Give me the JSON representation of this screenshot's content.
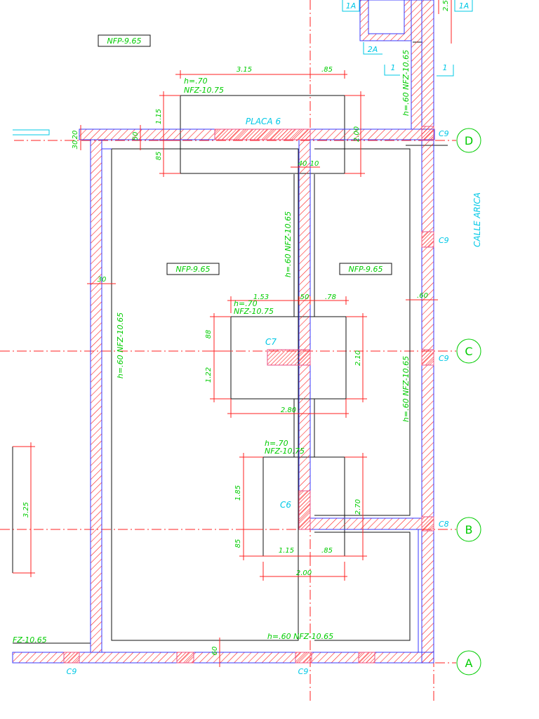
{
  "labels": {
    "nfp_top": "NFP-9.65",
    "nfp_left": "NFP-9.65",
    "nfp_right": "NFP-9.65",
    "placa6": "PLACA 6",
    "c7": "C7",
    "c6": "C6",
    "calle": "CALLE ARICA",
    "c9_d": "C9",
    "c9_mid": "C9",
    "c9_c": "C9",
    "c8_b": "C8",
    "c9_bottom_left": "C9",
    "c9_bottom_mid": "C9",
    "ref_1a_left": "1A",
    "ref_1a_right": "1A",
    "ref_2a": "2A",
    "ref_1_left": "1",
    "ref_1_right": "1",
    "axis_d": "D",
    "axis_c": "C",
    "axis_b": "B",
    "axis_a": "A"
  },
  "notes": {
    "h70_top": "h=.70",
    "nfz1075_top": "NFZ-10.75",
    "h70_mid": "h=.70",
    "nfz1075_mid": "NFZ-10.75",
    "h70_low": "h=.70",
    "nfz1075_low": "NFZ-10.75",
    "wall_left": "h=.60  NFZ-10.65",
    "wall_center": "h=.60  NFZ-10.65",
    "wall_right": "h=.60  NFZ-10.65",
    "wall_top_right": "h=.60  NFZ-10.65",
    "wall_bottom": "h=.60  NFZ-10.65",
    "wall_bottom_left": "FZ-10.65"
  },
  "dims": {
    "d315": "3.15",
    "d85_top": ".85",
    "d115_left": "1.15",
    "d85_left": "85",
    "d20": "20",
    "d30": "30",
    "d50_top": "50",
    "d200_top": "2.00",
    "d40": "40",
    "d10": "10",
    "d30_left": "30",
    "d153": "1.53",
    "d50_mid": "50",
    "d78": ".78",
    "d60_right": ".60",
    "d88": "88",
    "d122": "1.22",
    "d210": "2.10",
    "d280": "2.80",
    "d325": "3.25",
    "d185": "1.85",
    "d85_low": "85",
    "d270": "2.70",
    "d115_low": "1.15",
    "d85_low2": ".85",
    "d200_low": "2.00",
    "d60_bottom": "60",
    "d25_top": "2.5"
  },
  "colors": {
    "wall_outline": "#3a3aff",
    "hatch": "#ff2020",
    "column_fill": "#e8508a",
    "dimension": "#00cc00",
    "axis_line": "#ff2020",
    "annotation": "#00c8e6"
  }
}
